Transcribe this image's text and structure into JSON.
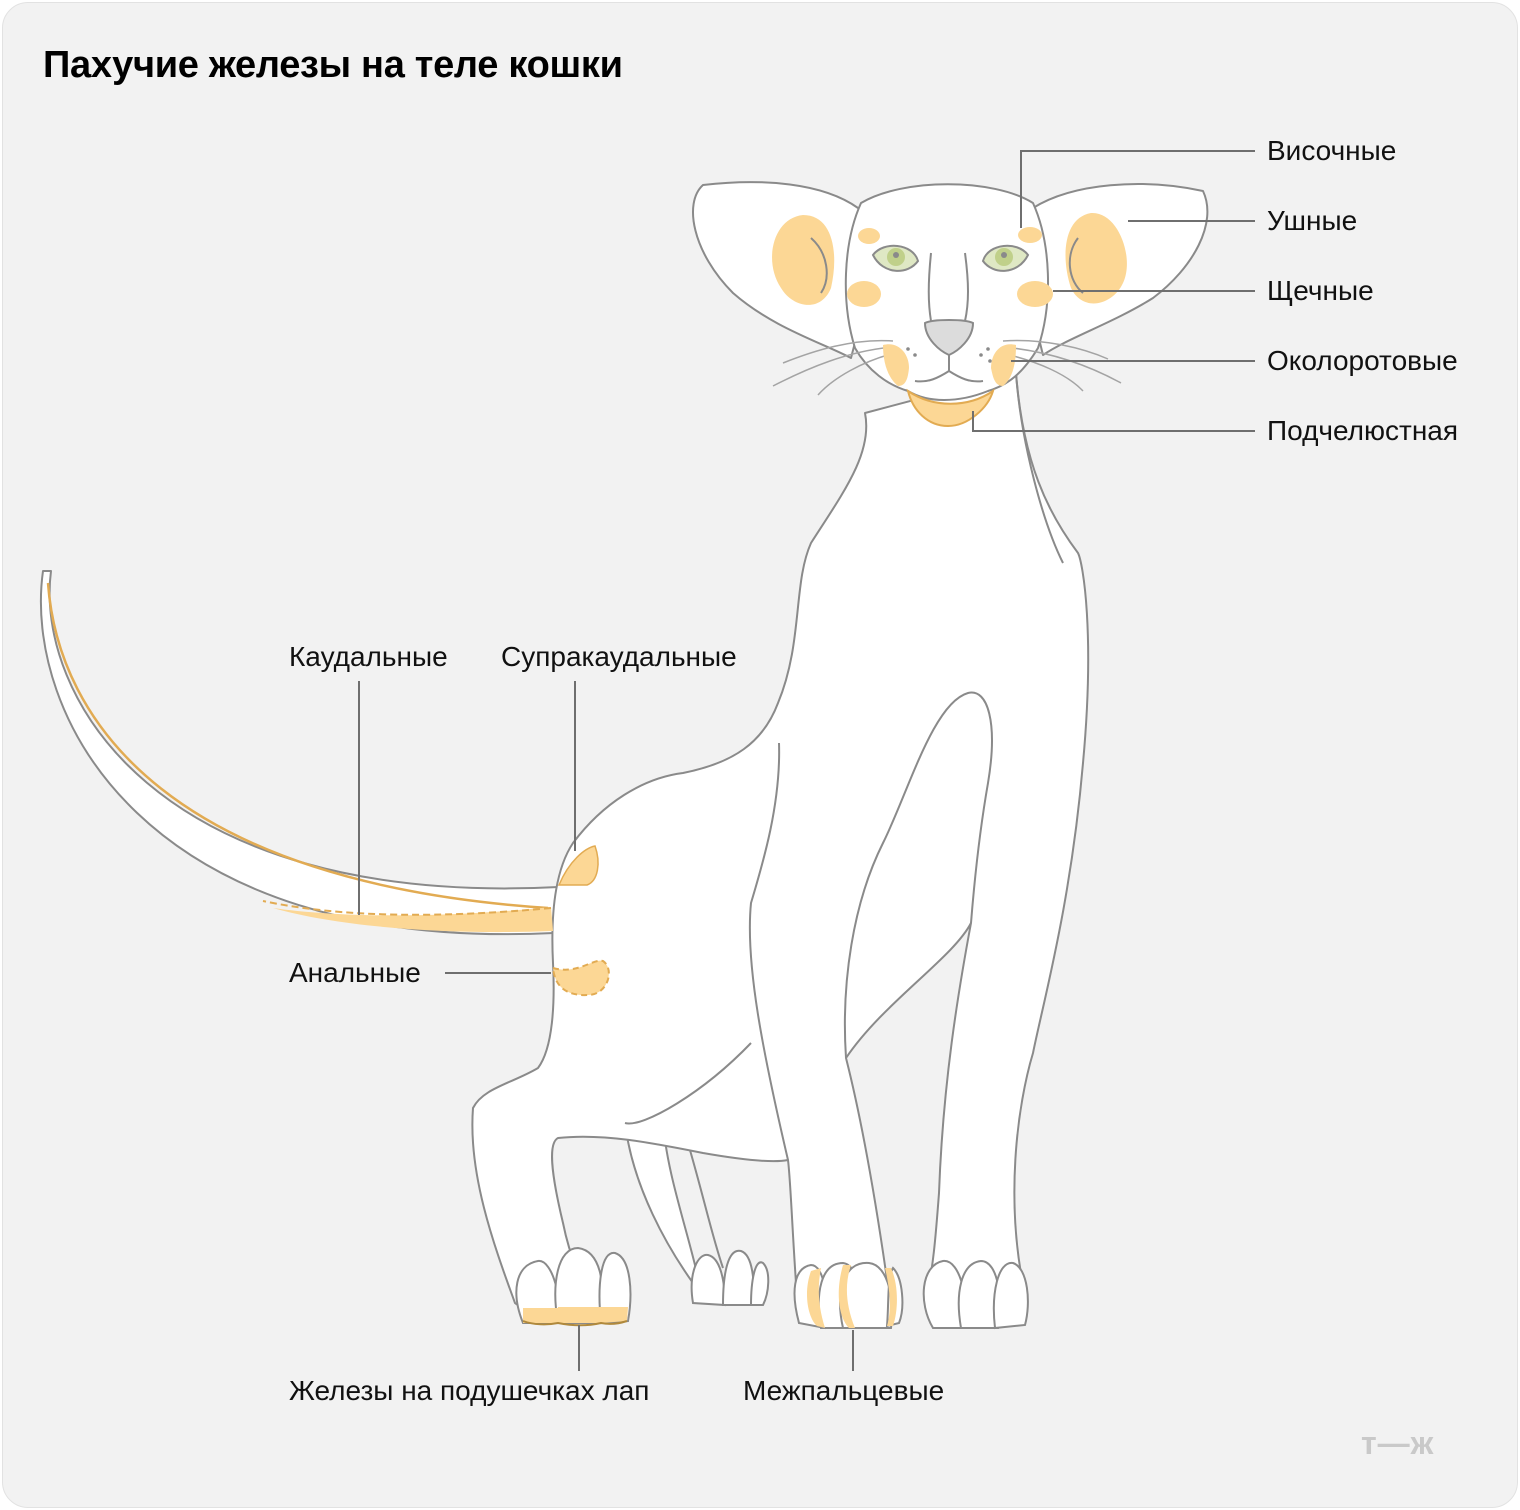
{
  "title": "Пахучие железы на теле кошки",
  "labels": {
    "temporal": "Височные",
    "ear": "Ушные",
    "cheek": "Щечные",
    "perioral": "Околоротовые",
    "submandibular": "Подчелюстная",
    "caudal": "Каудальные",
    "supracaudal": "Супракаудальные",
    "anal": "Анальные",
    "paw_pads": "Железы на подушечках лап",
    "interdigital": "Межпальцевые"
  },
  "logo": "т—ж",
  "colors": {
    "background": "#f2f2f2",
    "gland": "#fcd795",
    "gland_outline": "#e2ab52",
    "outline": "#8a8a8a",
    "leader_line": "#6f6f6f",
    "eye": "#dfe8c4"
  }
}
